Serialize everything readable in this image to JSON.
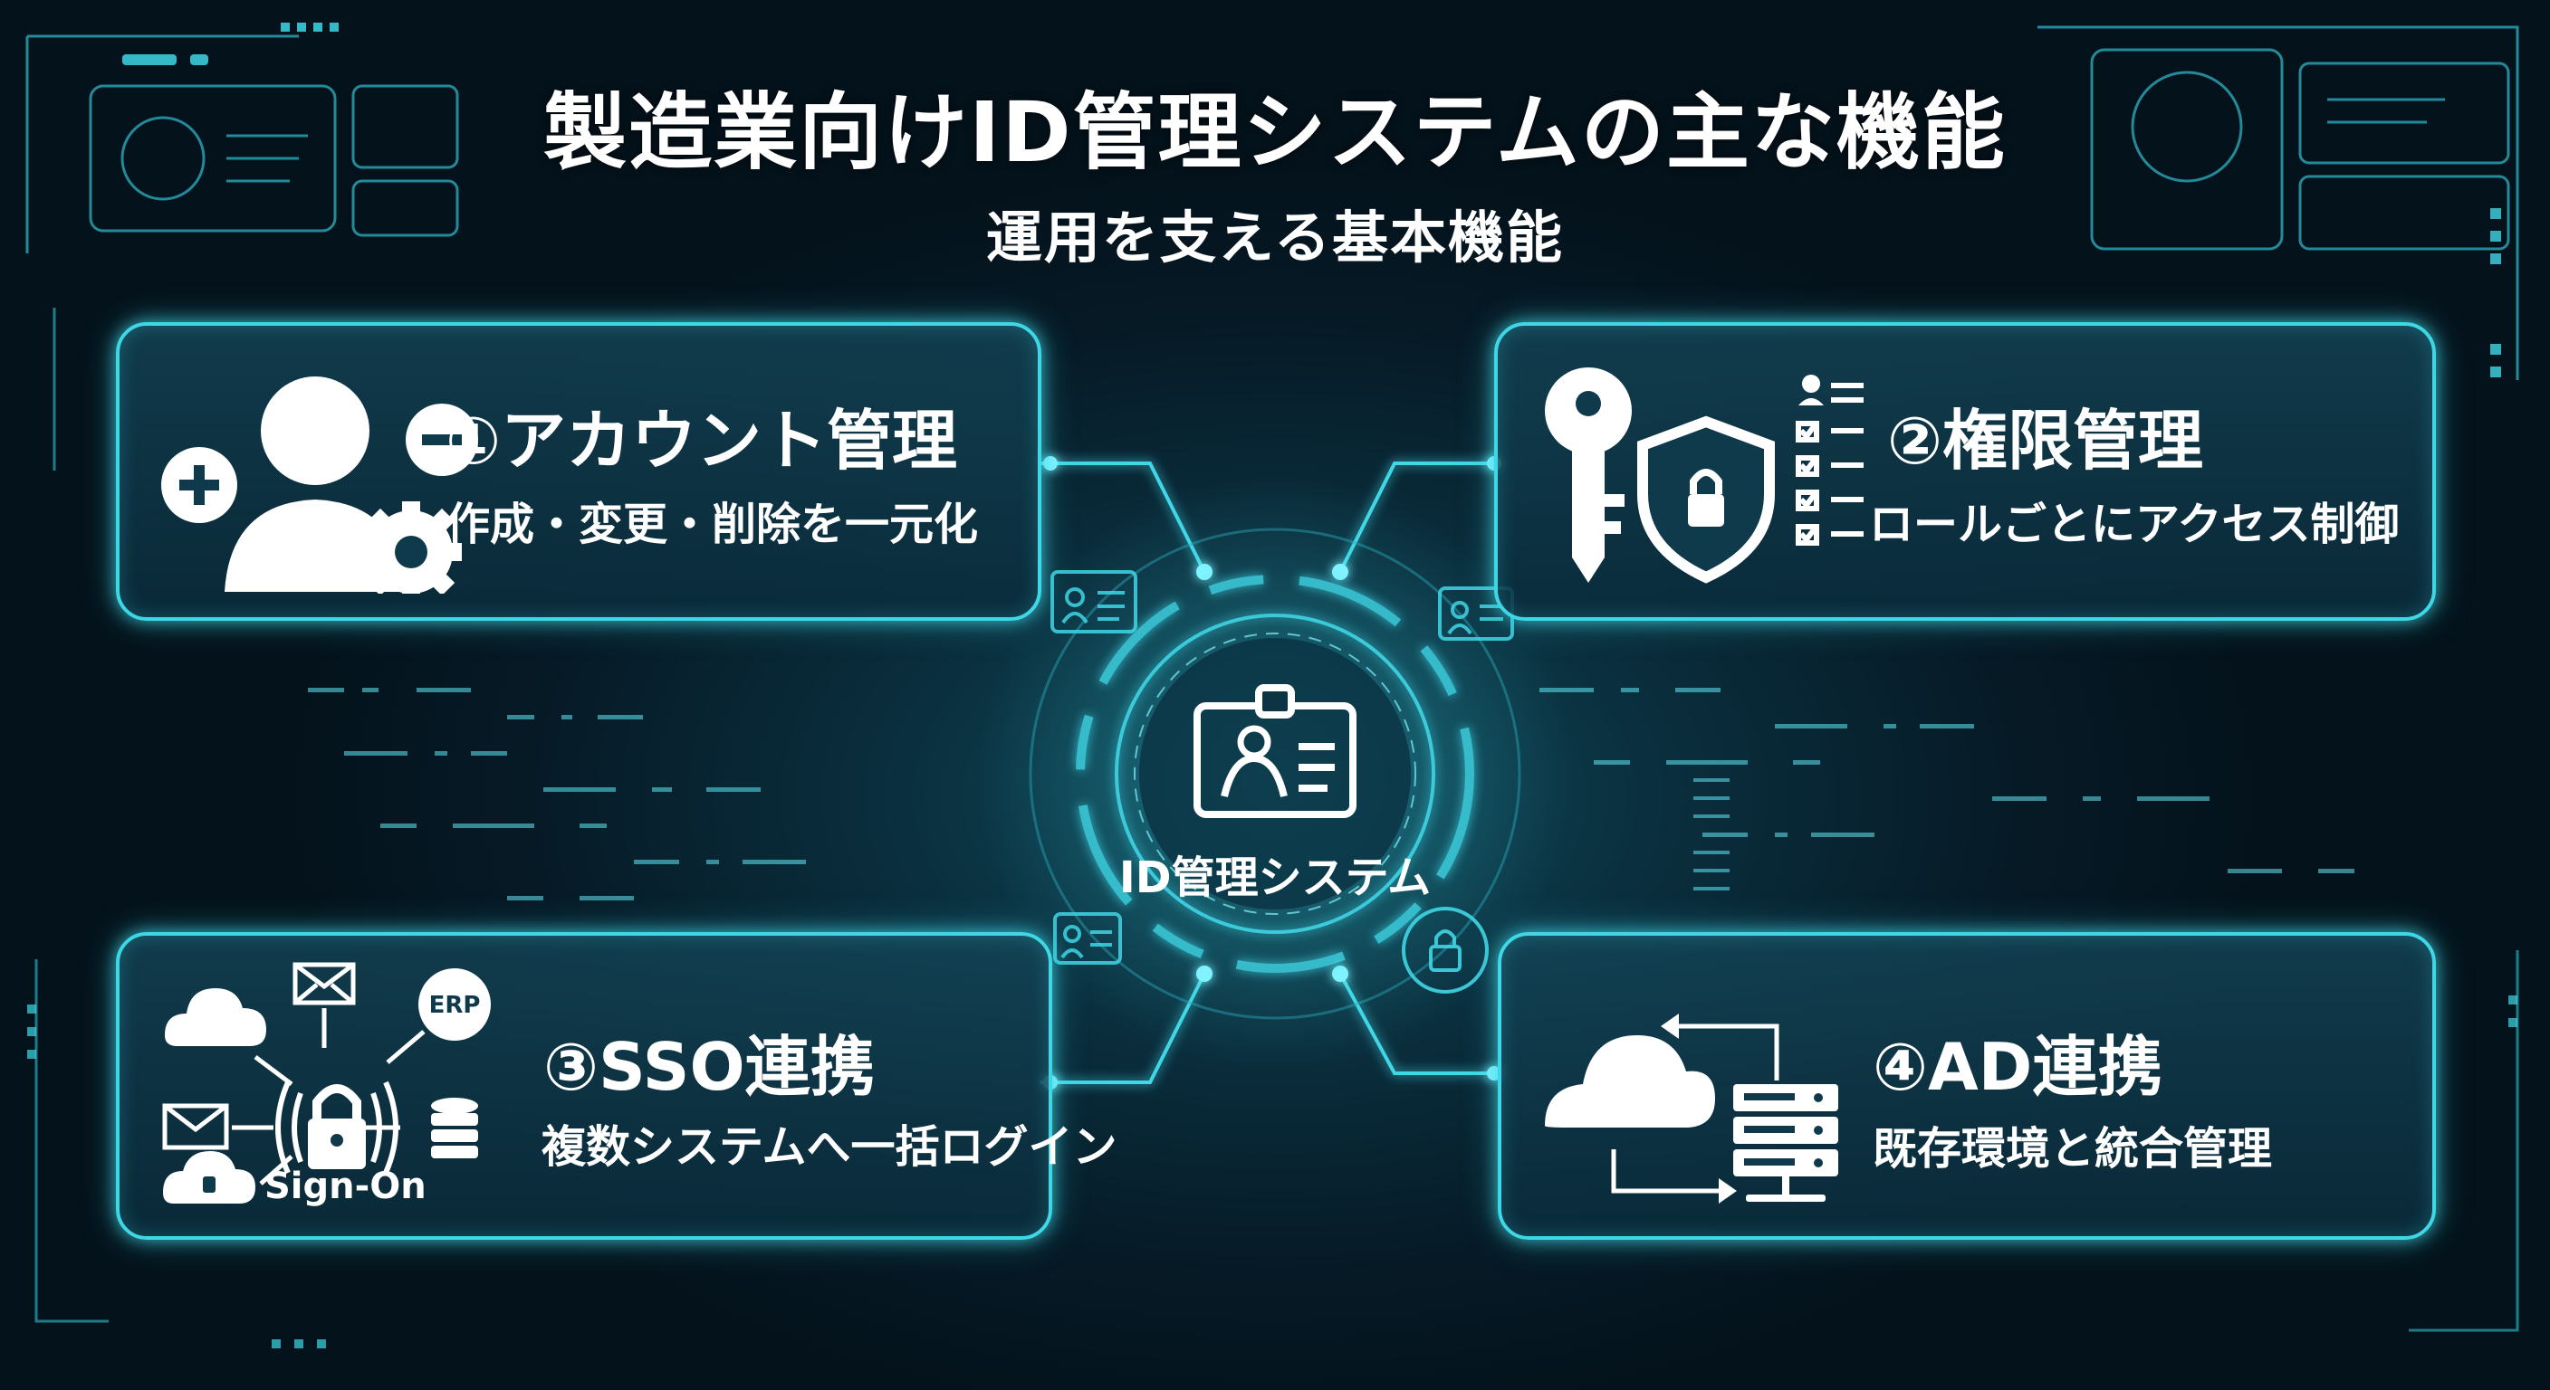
{
  "header": {
    "title": "製造業向けID管理システムの主な機能",
    "subtitle": "運用を支える基本機能"
  },
  "hub": {
    "label": "ID管理システム",
    "icon": "id-card-icon"
  },
  "features": [
    {
      "title": "①アカウント管理",
      "description": "作成・変更・削除を一元化",
      "icon": "user-add-remove-gear-icon"
    },
    {
      "title": "②権限管理",
      "description": "ロールごとにアクセス制御",
      "icon": "key-shield-checklist-icon"
    },
    {
      "title": "③SSO連携",
      "description": "複数システムへ一括ログイン",
      "icon": "single-sign-on-icon",
      "icon_caption": "Sign-On",
      "icon_badge": "ERP"
    },
    {
      "title": "④AD連携",
      "description": "既存環境と統合管理",
      "icon": "cloud-server-sync-icon"
    }
  ],
  "colors": {
    "accent": "#3fd7e6",
    "background": "#061a26",
    "card_fill": "#0f3a4c",
    "text": "#ffffff"
  }
}
